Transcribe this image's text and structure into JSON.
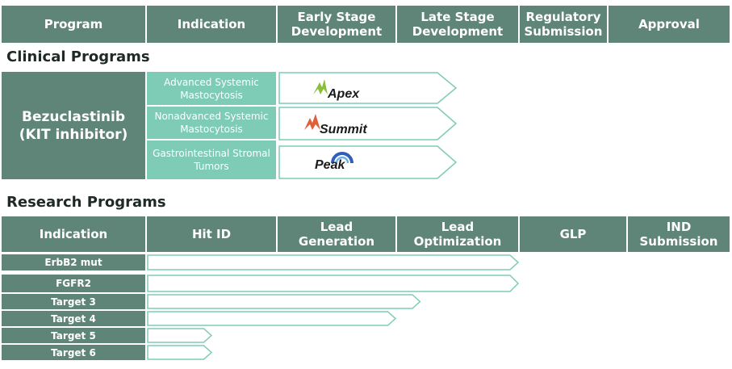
{
  "clinical_header": [
    "Program",
    "Indication",
    "Early Stage Development",
    "Late Stage Development",
    "Regulatory Submission",
    "Approval"
  ],
  "clinical_title": "Clinical Programs",
  "clinical": {
    "program": "Bezuclastinib (KIT inhibitor)",
    "rows": [
      {
        "indication": "Advanced Systemic Mastocytosis",
        "trial": "Apex",
        "logo_color": "#8bbf3a"
      },
      {
        "indication": "Nonadvanced Systemic Mastocytosis",
        "trial": "Summit",
        "logo_color": "#e0603a"
      },
      {
        "indication": "Gastrointestinal Stromal Tumors",
        "trial": "Peak",
        "logo_color": "#2f5fb8"
      }
    ]
  },
  "research_title": "Research Programs",
  "research_header": [
    "Indication",
    "Hit ID",
    "Lead Generation",
    "Lead Optimization",
    "GLP",
    "IND Submission"
  ],
  "research": [
    {
      "indication": "ErbB2 mut",
      "progress_stage": 3
    },
    {
      "indication": "FGFR2",
      "progress_stage": 3
    },
    {
      "indication": "Target 3",
      "progress_stage": 2.2
    },
    {
      "indication": "Target 4",
      "progress_stage": 2.0
    },
    {
      "indication": "Target 5",
      "progress_stage": 0.5
    },
    {
      "indication": "Target 6",
      "progress_stage": 0.5
    }
  ],
  "colors": {
    "header": "#5f8579",
    "indication_fill": "#7ecbb6",
    "arrow_stroke": "#7ecbb6"
  }
}
